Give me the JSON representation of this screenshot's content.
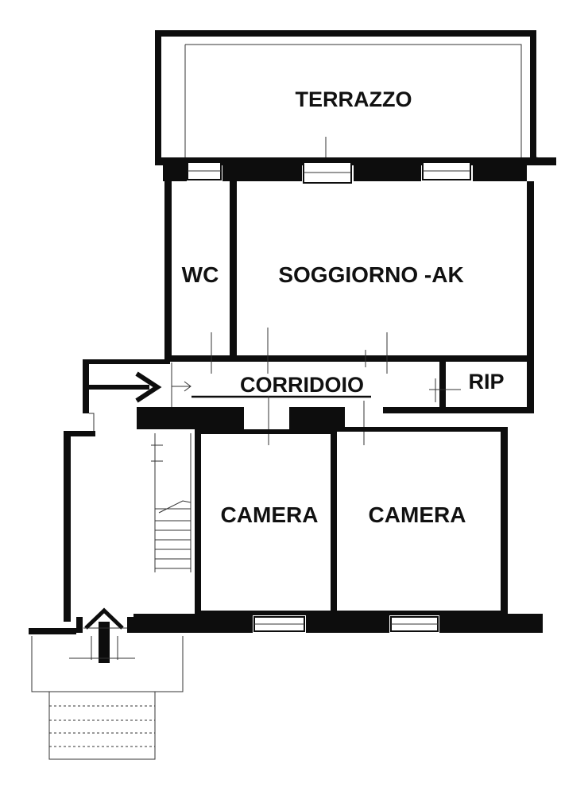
{
  "plan": {
    "rooms": {
      "terrazzo": "TERRAZZO",
      "wc": "WC",
      "soggiorno": "SOGGIORNO -AK",
      "corridoio": "CORRIDOIO",
      "rip": "RIP",
      "camera_left": "CAMERA",
      "camera_right": "CAMERA"
    }
  }
}
